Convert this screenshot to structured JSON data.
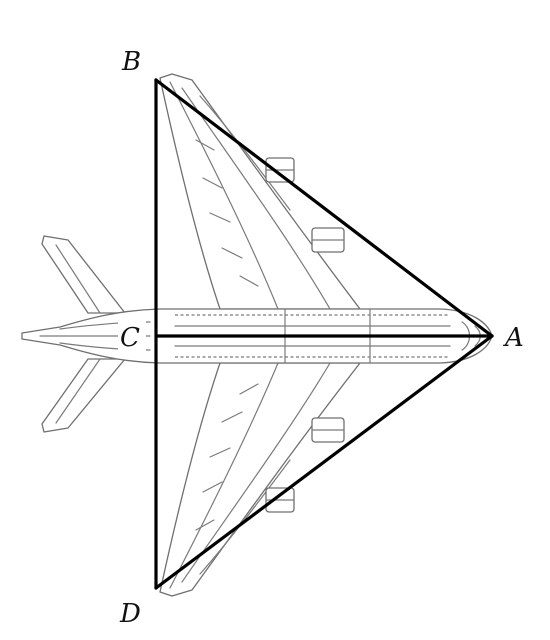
{
  "points": {
    "A": "A",
    "B": "B",
    "C": "C",
    "D": "D"
  },
  "colors": {
    "segments": "#000000",
    "airplane_outline": "#7a7a7a",
    "background": "#ffffff"
  },
  "segments": [
    "AB",
    "AD",
    "BD",
    "AC"
  ]
}
